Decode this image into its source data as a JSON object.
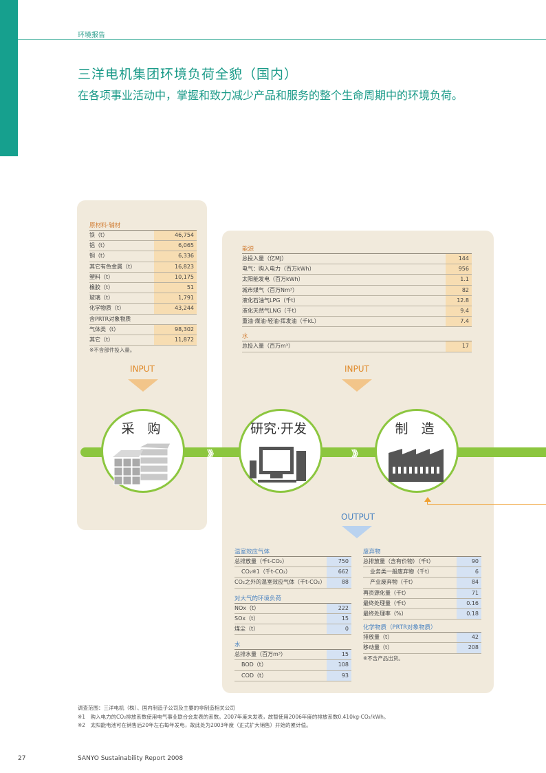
{
  "header": {
    "section": "环境报告"
  },
  "title": "三洋电机集团环境负荷全貌（国内）",
  "subtitle": "在各项事业活动中，掌握和致力减少产品和服务的整个生命周期中的环境负荷。",
  "raw_materials": {
    "heading": "原材料·辅材",
    "rows": [
      {
        "label": "铁（t）",
        "value": "46,754"
      },
      {
        "label": "铝（t）",
        "value": "6,065"
      },
      {
        "label": "铜（t）",
        "value": "6,336"
      },
      {
        "label": "其它有色金属（t）",
        "value": "16,823"
      },
      {
        "label": "塑料（t）",
        "value": "10,175"
      },
      {
        "label": "橡胶（t）",
        "value": "51"
      },
      {
        "label": "玻璃（t）",
        "value": "1,791"
      },
      {
        "label": "化学物质（t）",
        "value": "43,244"
      },
      {
        "label": "含PRTR对象物质",
        "value": ""
      },
      {
        "label": "气体类（t）",
        "value": "98,302"
      },
      {
        "label": "其它（t）",
        "value": "11,872"
      }
    ],
    "note": "※不含部件投入量。"
  },
  "energy": {
    "heading": "能源",
    "rows": [
      {
        "label": "总投入量（亿MJ）",
        "value": "144"
      },
      {
        "label": "电气：购入电力（百万kWh）",
        "value": "956"
      },
      {
        "label": "太阳能发电（百万kWh）",
        "value": "1.1"
      },
      {
        "label": "城市煤气（百万Nm³）",
        "value": "82"
      },
      {
        "label": "液化石油气LPG（千t）",
        "value": "12.8"
      },
      {
        "label": "液化天然气LNG（千t）",
        "value": "9.4"
      },
      {
        "label": "重油·煤油·轻油·挥发油（千kL）",
        "value": "7.4"
      }
    ]
  },
  "water_in": {
    "heading": "水",
    "rows": [
      {
        "label": "总投入量（百万m³）",
        "value": "17"
      }
    ]
  },
  "flow": {
    "input_label": "INPUT",
    "output_label": "OUTPUT",
    "stages": [
      "采　购",
      "研究·开发",
      "制　造"
    ],
    "arrows": "》"
  },
  "ghg": {
    "heading": "温室效应气体",
    "rows": [
      {
        "label": "总排放量（千t-CO₂）",
        "value": "750"
      },
      {
        "label": "CO₂※1（千t-CO₂）",
        "value": "662"
      },
      {
        "label": "CO₂之外的温室效应气体（千t-CO₂）",
        "value": "88"
      }
    ]
  },
  "air": {
    "heading": "对大气的环境负荷",
    "rows": [
      {
        "label": "NOx（t）",
        "value": "222"
      },
      {
        "label": "SOx（t）",
        "value": "15"
      },
      {
        "label": "煤尘（t）",
        "value": "0"
      }
    ]
  },
  "water_out": {
    "heading": "水",
    "rows": [
      {
        "label": "总排水量（百万m³）",
        "value": "15"
      },
      {
        "label": "BOD（t）",
        "value": "108"
      },
      {
        "label": "COD（t）",
        "value": "93"
      }
    ]
  },
  "waste": {
    "heading": "废弃物",
    "rows": [
      {
        "label": "总排放量（含有价物）（千t）",
        "value": "90"
      },
      {
        "label": "业务类一般废弃物（千t）",
        "value": "6"
      },
      {
        "label": "产业废弃物（千t）",
        "value": "84"
      },
      {
        "label": "再资源化量（千t）",
        "value": "71"
      },
      {
        "label": "最终处理量（千t）",
        "value": "0.16"
      },
      {
        "label": "最终处理率（%）",
        "value": "0.18"
      }
    ]
  },
  "chem": {
    "heading": "化学物质（PRTR对象物质）",
    "rows": [
      {
        "label": "排放量（t）",
        "value": "42"
      },
      {
        "label": "移动量（t）",
        "value": "208"
      }
    ],
    "note": "※不含产品出货。"
  },
  "footnotes": [
    "调查范围：三洋电机（株）、国内制造子公司及主要的非制造相关公司",
    "※1　购入电力的CO₂排放系数使用电气事业联合会发表的系数。2007年度未发表，故暂使用2006年度的排放系数0.410kg-CO₂/kWh。",
    "※2　太阳能电池可在销售后20年左右每年发电，故此处为2003年度（正式扩大销售）开始的累计值。"
  ],
  "footer": {
    "page": "27",
    "report": "SANYO Sustainability Report 2008"
  },
  "colors": {
    "teal": "#16a08e",
    "green": "#8cc63f",
    "orange": "#e08a2a",
    "blue": "#4a83c1"
  }
}
